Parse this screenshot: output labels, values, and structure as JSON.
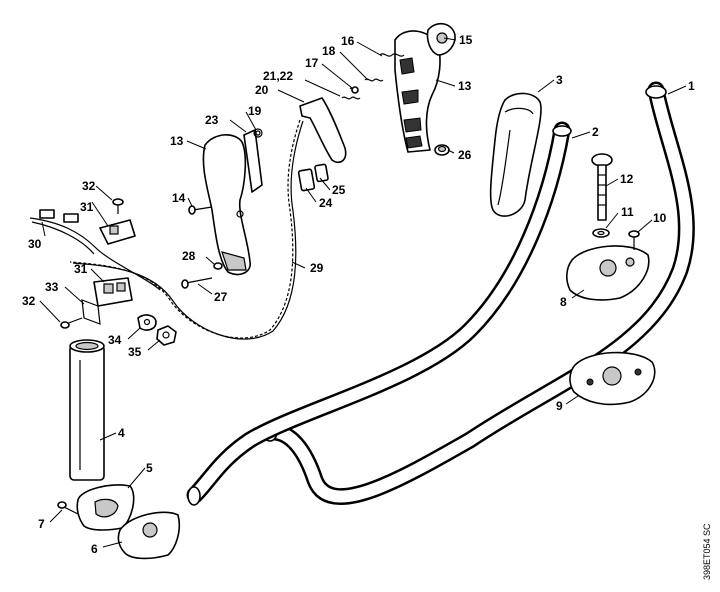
{
  "labels": {
    "p1": "1",
    "p2": "2",
    "p3": "3",
    "p4": "4",
    "p5": "5",
    "p6": "6",
    "p7": "7",
    "p8": "8",
    "p9": "9",
    "p10": "10",
    "p11": "11",
    "p12": "12",
    "p13a": "13",
    "p13b": "13",
    "p14": "14",
    "p15": "15",
    "p16": "16",
    "p17": "17",
    "p18": "18",
    "p19": "19",
    "p20": "20",
    "p21_22": "21,22",
    "p23": "23",
    "p24": "24",
    "p25": "25",
    "p26": "26",
    "p27": "27",
    "p28": "28",
    "p29": "29",
    "p30": "30",
    "p31a": "31",
    "p31b": "31",
    "p32a": "32",
    "p32b": "32",
    "p33": "33",
    "p34": "34",
    "p35": "35"
  },
  "drawing_code": "398ET054 SC"
}
